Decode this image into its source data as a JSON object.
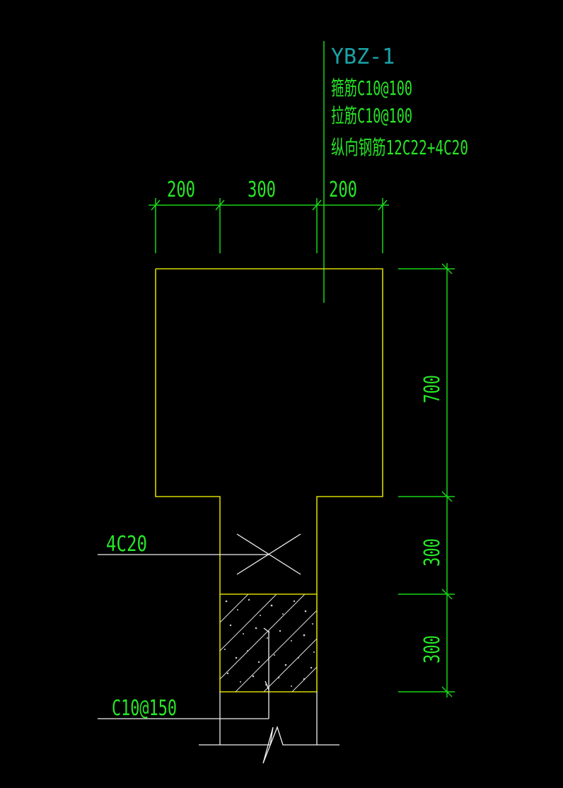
{
  "colors": {
    "background": "#000000",
    "outline": "#d8d800",
    "dimension": "#19d419",
    "text": "#27e627",
    "title": "#1aa3a8",
    "leader": "#f0f0f0",
    "hatch": "#dddddd"
  },
  "annotation": {
    "title": "YBZ-1",
    "specs": [
      "箍筋C10@100",
      "拉筋C10@100",
      "纵向钢筋12C22+4C20"
    ]
  },
  "dimensions": {
    "top": [
      "200",
      "300",
      "200"
    ],
    "right": [
      "700",
      "300",
      "300"
    ]
  },
  "labels": {
    "rebar": "4C20",
    "stirrup": "C10@150"
  }
}
